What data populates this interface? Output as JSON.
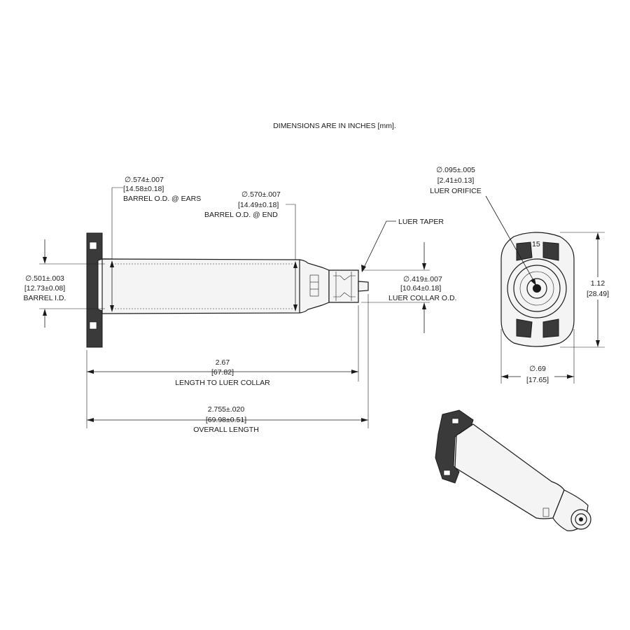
{
  "note": "DIMENSIONS ARE IN INCHES [mm].",
  "dims": {
    "barrel_od_ears": {
      "inch": "∅.574±.007",
      "mm": "14.58±0.18",
      "label": "BARREL O.D. @ EARS"
    },
    "barrel_od_end": {
      "inch": "∅.570±.007",
      "mm": "14.49±0.18",
      "label": "BARREL O.D. @ END"
    },
    "luer_taper": {
      "label": "LUER TAPER"
    },
    "barrel_id": {
      "inch": "∅.501±.003",
      "mm": "12.73±0.08",
      "label": "BARREL I.D."
    },
    "luer_collar_od": {
      "inch": "∅.419±.007",
      "mm": "10.64±0.18",
      "label": "LUER COLLAR O.D."
    },
    "length_to_luer": {
      "inch": "2.67",
      "mm": "67.82",
      "label": "LENGTH TO LUER COLLAR"
    },
    "overall_length": {
      "inch": "2.755±.020",
      "mm": "69.98±0.51",
      "label": "OVERALL LENGTH"
    },
    "luer_orifice": {
      "inch": "∅.095±.005",
      "mm": "2.41±0.13",
      "label": "LUER ORIFICE"
    },
    "end_height": {
      "inch": "1.12",
      "mm": "28.49"
    },
    "end_width": {
      "inch": "∅.69",
      "mm": "17.65"
    }
  },
  "marks": {
    "size_code": "15"
  }
}
